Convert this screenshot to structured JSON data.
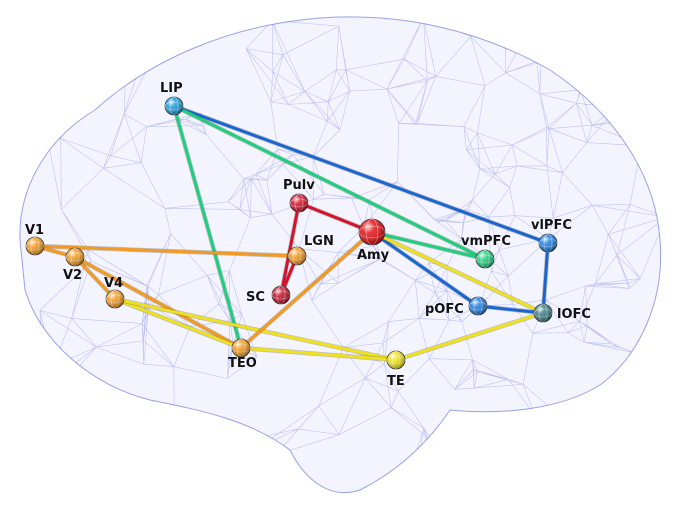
{
  "colors": {
    "mesh": "#3b46d6",
    "visual": "#f39a1f",
    "subcortical": "#d8112a",
    "frontal": "#1a66d1",
    "limbic": "#1fcf7e",
    "temporal": "#f0e21a",
    "lip": "#1d9bd8"
  },
  "nodes": [
    {
      "id": "lip",
      "label": "LIP",
      "color": "#1d9bd8"
    },
    {
      "id": "pulv",
      "label": "Pulv",
      "color": "#d8112a"
    },
    {
      "id": "lgn",
      "label": "LGN",
      "color": "#f39a1f"
    },
    {
      "id": "sc",
      "label": "SC",
      "color": "#c41229"
    },
    {
      "id": "amy",
      "label": "Amy",
      "color": "#e80f14"
    },
    {
      "id": "v1",
      "label": "V1",
      "color": "#f39a1f"
    },
    {
      "id": "v2",
      "label": "V2",
      "color": "#f39a1f"
    },
    {
      "id": "v4",
      "label": "V4",
      "color": "#f39a1f"
    },
    {
      "id": "teo",
      "label": "TEO",
      "color": "#f39a1f"
    },
    {
      "id": "te",
      "label": "TE",
      "color": "#f0e21a"
    },
    {
      "id": "vmpfc",
      "label": "vmPFC",
      "color": "#1fcf7e"
    },
    {
      "id": "vlpfc",
      "label": "vlPFC",
      "color": "#1d7fe0"
    },
    {
      "id": "pofc",
      "label": "pOFC",
      "color": "#1d7fe0"
    },
    {
      "id": "lofc",
      "label": "lOFC",
      "color": "#3b7e86"
    }
  ],
  "edges": [
    {
      "from": "lip",
      "to": "vlpfc",
      "color": "#1a66d1"
    },
    {
      "from": "lip",
      "to": "vmpfc",
      "color": "#1fcf7e"
    },
    {
      "from": "lip",
      "to": "teo",
      "color": "#1fcf7e"
    },
    {
      "from": "v1",
      "to": "lgn",
      "color": "#f39a1f"
    },
    {
      "from": "v1",
      "to": "v2",
      "color": "#f39a1f"
    },
    {
      "from": "v2",
      "to": "v4",
      "color": "#f39a1f"
    },
    {
      "from": "v2",
      "to": "teo",
      "color": "#f39a1f"
    },
    {
      "from": "v4",
      "to": "teo",
      "color": "#f0e21a"
    },
    {
      "from": "v4",
      "to": "te",
      "color": "#f0e21a"
    },
    {
      "from": "teo",
      "to": "te",
      "color": "#f0e21a"
    },
    {
      "from": "teo",
      "to": "amy",
      "color": "#f39a1f"
    },
    {
      "from": "pulv",
      "to": "amy",
      "color": "#d8112a"
    },
    {
      "from": "pulv",
      "to": "sc",
      "color": "#d8112a"
    },
    {
      "from": "sc",
      "to": "lgn",
      "color": "#d8112a"
    },
    {
      "from": "amy",
      "to": "vmpfc",
      "color": "#1fcf7e"
    },
    {
      "from": "amy",
      "to": "pofc",
      "color": "#1a66d1"
    },
    {
      "from": "amy",
      "to": "lofc",
      "color": "#f0e21a"
    },
    {
      "from": "te",
      "to": "lofc",
      "color": "#f0e21a"
    },
    {
      "from": "pofc",
      "to": "lofc",
      "color": "#1a66d1"
    },
    {
      "from": "vlpfc",
      "to": "lofc",
      "color": "#1a66d1"
    }
  ]
}
